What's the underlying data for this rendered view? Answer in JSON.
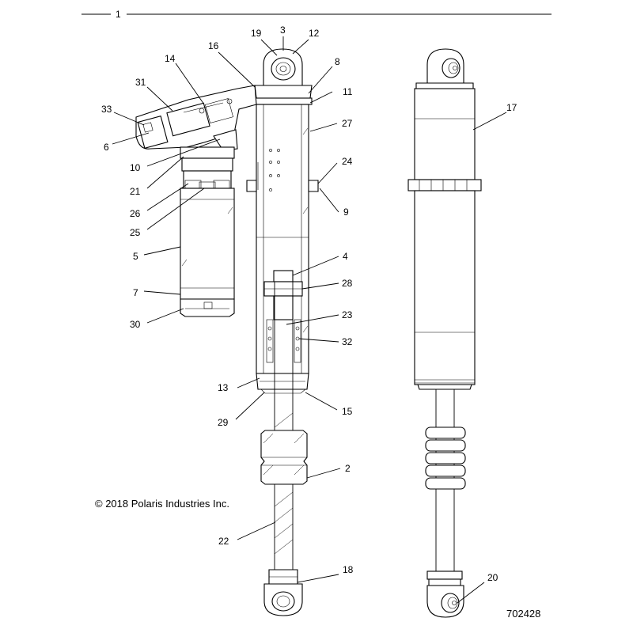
{
  "header": {
    "assembly_number": "1"
  },
  "callouts": [
    {
      "id": "c1",
      "text": "1"
    },
    {
      "id": "c2",
      "text": "2"
    },
    {
      "id": "c3",
      "text": "3"
    },
    {
      "id": "c4",
      "text": "4"
    },
    {
      "id": "c5",
      "text": "5"
    },
    {
      "id": "c6",
      "text": "6"
    },
    {
      "id": "c7",
      "text": "7"
    },
    {
      "id": "c8",
      "text": "8"
    },
    {
      "id": "c9",
      "text": "9"
    },
    {
      "id": "c10",
      "text": "10"
    },
    {
      "id": "c11",
      "text": "11"
    },
    {
      "id": "c12",
      "text": "12"
    },
    {
      "id": "c13",
      "text": "13"
    },
    {
      "id": "c14",
      "text": "14"
    },
    {
      "id": "c15",
      "text": "15"
    },
    {
      "id": "c16",
      "text": "16"
    },
    {
      "id": "c17",
      "text": "17"
    },
    {
      "id": "c18",
      "text": "18"
    },
    {
      "id": "c19",
      "text": "19"
    },
    {
      "id": "c20",
      "text": "20"
    },
    {
      "id": "c21",
      "text": "21"
    },
    {
      "id": "c22",
      "text": "22"
    },
    {
      "id": "c23",
      "text": "23"
    },
    {
      "id": "c24",
      "text": "24"
    },
    {
      "id": "c25",
      "text": "25"
    },
    {
      "id": "c26",
      "text": "26"
    },
    {
      "id": "c27",
      "text": "27"
    },
    {
      "id": "c28",
      "text": "28"
    },
    {
      "id": "c29",
      "text": "29"
    },
    {
      "id": "c30",
      "text": "30"
    },
    {
      "id": "c31",
      "text": "31"
    },
    {
      "id": "c32",
      "text": "32"
    },
    {
      "id": "c33",
      "text": "33"
    }
  ],
  "copyright": "© 2018 Polaris Industries Inc.",
  "figure_number": "702428",
  "colors": {
    "line": "#000000",
    "background": "#ffffff"
  }
}
